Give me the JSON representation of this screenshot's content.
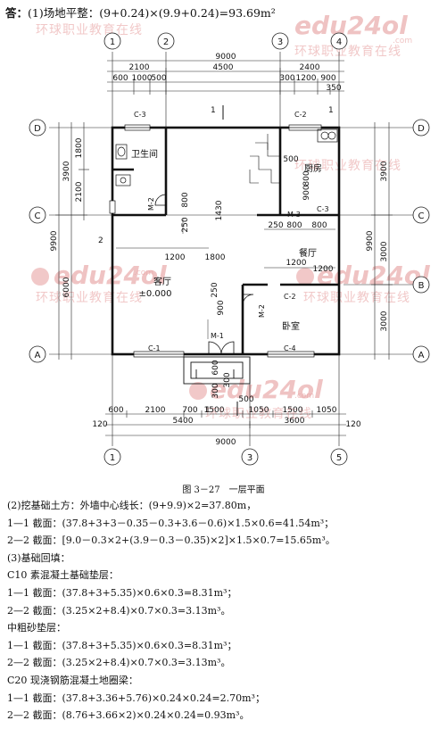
{
  "header": {
    "answer_label": "答：",
    "line1": "(1)场地平整：(9+0.24)×(9.9+0.24)=93.69m²"
  },
  "plan": {
    "axes_top": [
      "1",
      "2",
      "3",
      "4"
    ],
    "axes_bottom": [
      "1",
      "3",
      "5"
    ],
    "axes_left": [
      "D",
      "C",
      "A"
    ],
    "axes_right": [
      "D",
      "C",
      "B",
      "A"
    ],
    "dims": {
      "total_top": "9000",
      "top_2100": "2100",
      "top_4500": "4500",
      "top_2400": "2400",
      "top_600": "600",
      "top_1000": "1000",
      "top_500": "500",
      "top_300": "300",
      "top_1200": "1200",
      "top_900": "900",
      "top_350": "350",
      "left_9900": "9900",
      "left_3900": "3900",
      "left_6000": "6000",
      "left_1800": "1800",
      "left_2100": "2100",
      "right_3900": "3900",
      "right_9900": "9900",
      "right_3000a": "3000",
      "right_3000b": "3000",
      "bot_600": "600",
      "bot_2100": "2100",
      "bot_700": "700",
      "bot_1500": "1500",
      "bot_1050a": "1050",
      "bot_1500b": "1500",
      "bot_1050b": "1050",
      "bot_120a": "120",
      "bot_5400": "5400",
      "bot_3600": "3600",
      "bot_120b": "120",
      "bot_9000": "9000",
      "bot_500": "500",
      "bot_300a": "300",
      "bot_300b": "300",
      "mid_1200a": "1200",
      "mid_1800": "1800",
      "mid_1200b": "1200",
      "mid_1200c": "1200",
      "mid_250a": "250",
      "mid_250b": "250",
      "mid_250c": "250",
      "mid_800a": "800",
      "mid_800b": "800",
      "mid_1430": "1430",
      "mid_900": "900",
      "mid_800c": "800",
      "mid_500": "500",
      "mid_600": "600",
      "mid_900b": "900"
    },
    "rooms": {
      "bath": "卫生间",
      "kitchen": "厨房",
      "dining": "餐厅",
      "living": "客厅",
      "level": "±0.000",
      "bedroom": "卧室"
    },
    "tags": {
      "c3a": "C-3",
      "c2a": "C-2",
      "c3b": "C-3",
      "c2b": "C-2",
      "c1": "C-1",
      "c4": "C-4",
      "m1": "M-1",
      "m2a": "M-2",
      "m2b": "M-2",
      "m3": "M-3",
      "sec1": "1",
      "sec2": "2"
    }
  },
  "watermark": {
    "logo": "edu24ol",
    "sub": ".com",
    "line": "环球职业教育在线"
  },
  "caption": "图 3－27　一层平面",
  "body_lines": [
    "(2)挖基础土方：外墙中心线长：(9+9.9)×2=37.80m，",
    "1—1 截面：(37.8+3+3－0.35－0.3+3.6－0.6)×1.5×0.6=41.54m³；",
    "2—2 截面：[9.0－0.3×2+(3.9－0.3－0.35)×2]×1.5×0.7=15.65m³。",
    "(3)基础回填：",
    "C10 素混凝土基础垫层：",
    "1—1 截面：(37.8+3+5.35)×0.6×0.3=8.31m³；",
    "2—2 截面：(3.25×2+8.4)×0.7×0.3=3.13m³。",
    "中粗砂垫层：",
    "1—1 截面：(37.8+3+5.35)×0.6×0.3=8.31m³；",
    "2—2 截面：(3.25×2+8.4)×0.7×0.3=3.13m³。",
    "C20 现浇钢筋混凝土地圈梁：",
    "1—1 截面：(37.8+3.36+5.76)×0.24×0.24=2.70m³；",
    "2—2 截面：(8.76+3.66×2)×0.24×0.24=0.93m³。"
  ]
}
